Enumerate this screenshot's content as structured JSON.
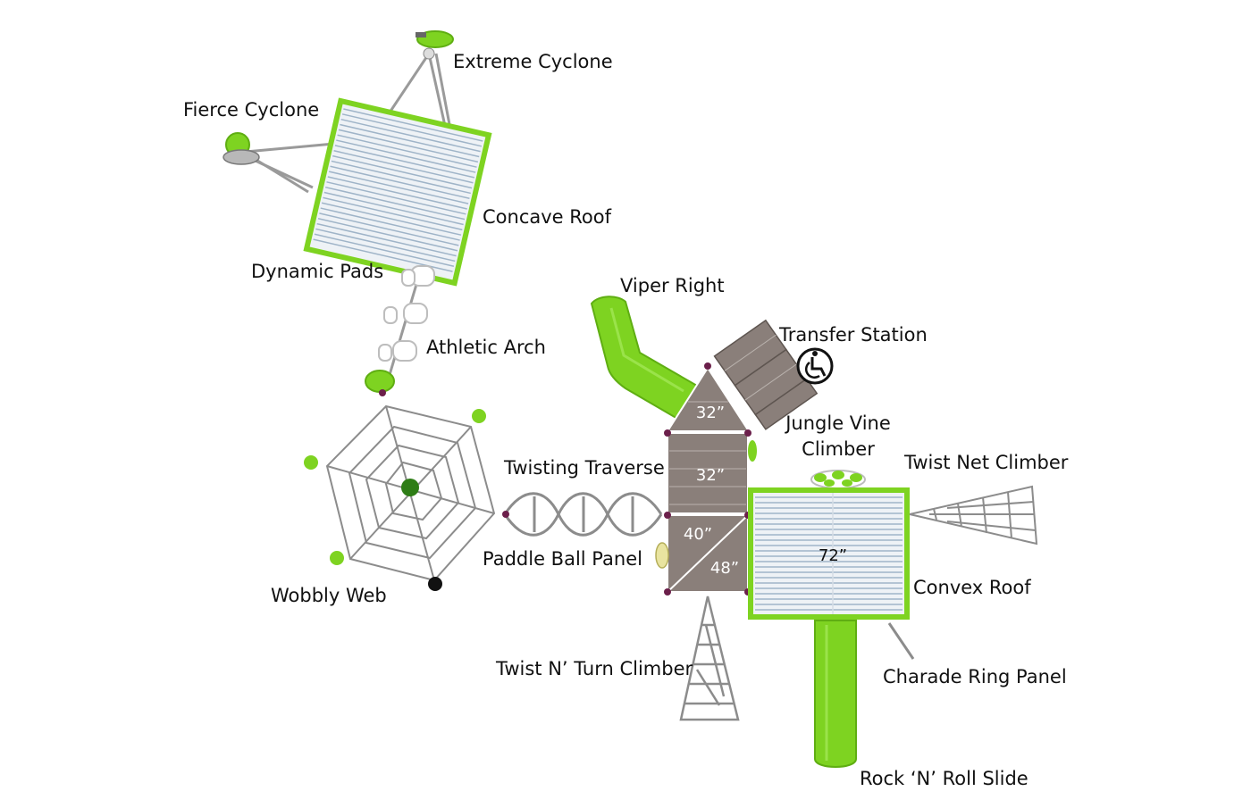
{
  "colors": {
    "lime": "#7ed321",
    "lime_dark": "#5fae12",
    "deck": "#8a7f7a",
    "deck_line": "#b9b2ad",
    "roof_line": "#9fb4c8",
    "post": "#6b1f4a",
    "steel": "#9a9a9a"
  },
  "labels": {
    "extreme_cyclone": "Extreme Cyclone",
    "fierce_cyclone": "Fierce Cyclone",
    "concave_roof": "Concave Roof",
    "dynamic_pads": "Dynamic Pads",
    "athletic_arch": "Athletic Arch",
    "viper_right": "Viper Right",
    "transfer_station": "Transfer Station",
    "jungle_vine_line1": "Jungle Vine",
    "jungle_vine_line2": "Climber",
    "twist_net_climber": "Twist Net Climber",
    "twisting_traverse": "Twisting Traverse",
    "paddle_ball_panel": "Paddle Ball Panel",
    "wobbly_web": "Wobbly Web",
    "convex_roof": "Convex Roof",
    "twist_n_turn": "Twist N’ Turn Climber",
    "charade_ring_panel": "Charade Ring Panel",
    "rock_n_roll_slide": "Rock ‘N’ Roll Slide"
  },
  "deck_heights": {
    "top_deck": "32”",
    "middle_deck": "32”",
    "lower_left": "40”",
    "lower_right": "48”",
    "roof_deck": "72”"
  },
  "icons": {
    "accessibility": "wheelchair-icon"
  }
}
